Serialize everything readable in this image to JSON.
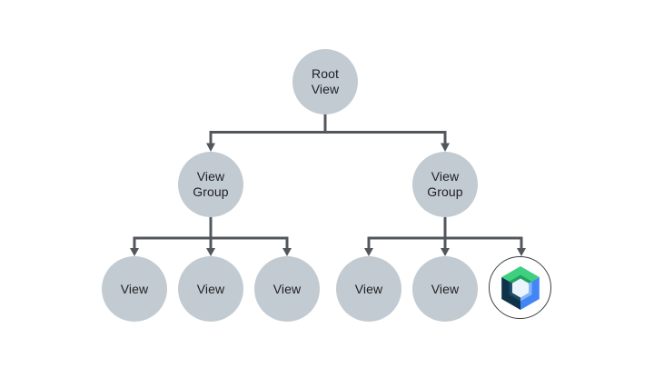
{
  "diagram": {
    "type": "tree",
    "description": "View hierarchy with a Jetpack Compose node",
    "background": "#ffffff",
    "connector_color": "#53575c",
    "node_fill": "#c2cbd2",
    "text_color": "#202124",
    "nodes": {
      "root": {
        "label": "Root View"
      },
      "group_left": {
        "label": "View Group"
      },
      "group_right": {
        "label": "View Group"
      },
      "leaf_1": {
        "label": "View"
      },
      "leaf_2": {
        "label": "View"
      },
      "leaf_3": {
        "label": "View"
      },
      "leaf_4": {
        "label": "View"
      },
      "leaf_5": {
        "label": "View"
      },
      "compose": {
        "label": "",
        "icon": "jetpack-compose-logo"
      }
    },
    "edges": [
      {
        "from": "root",
        "to": "group_left"
      },
      {
        "from": "root",
        "to": "group_right"
      },
      {
        "from": "group_left",
        "to": "leaf_1"
      },
      {
        "from": "group_left",
        "to": "leaf_2"
      },
      {
        "from": "group_left",
        "to": "leaf_3"
      },
      {
        "from": "group_right",
        "to": "leaf_4"
      },
      {
        "from": "group_right",
        "to": "leaf_5"
      },
      {
        "from": "group_right",
        "to": "compose"
      }
    ],
    "compose_logo": {
      "name": "jetpack-compose-logo",
      "ring_color": "#3c4043",
      "green": "#3fd07f",
      "green_dark": "#22a25f",
      "blue": "#4285f4",
      "blue_light": "#82b5f8",
      "navy": "#0e3349",
      "navy_light": "#1d4a63",
      "inner": "#e9f4fc"
    }
  }
}
